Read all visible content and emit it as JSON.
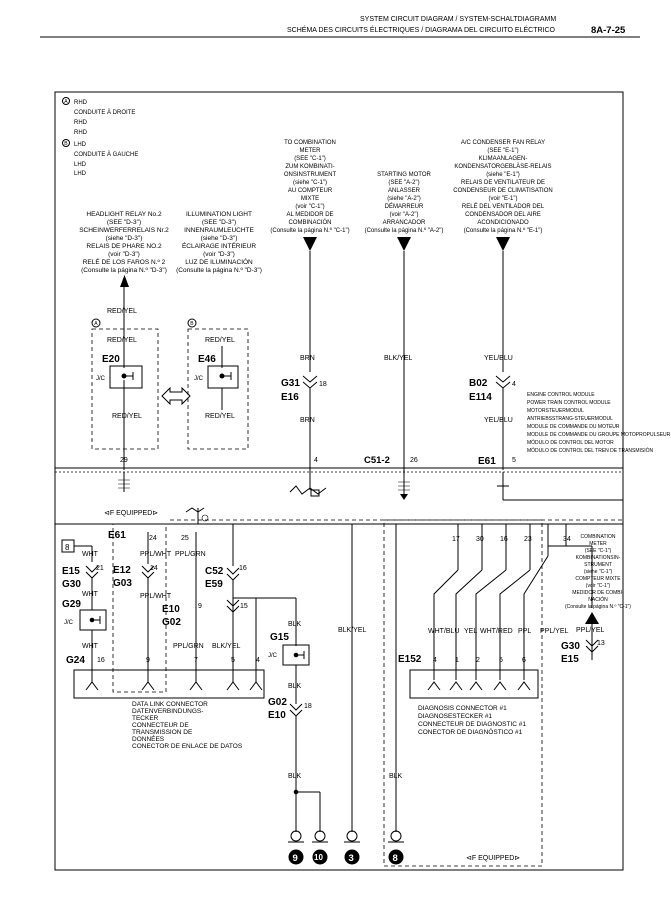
{
  "header": {
    "line1": "SYSTEM CIRCUIT DIAGRAM / SYSTEM-SCHALTDIAGRAMM",
    "line2": "SCHÉMA DES CIRCUITS ÉLECTRIQUES / DIAGRAMA DEL CIRCUITO ELÉCTRICO",
    "page_code": "8A-7-25"
  },
  "legend": {
    "a_mark": "A",
    "a_lines": [
      "RHD",
      "CONDUITE À DROITE",
      "RHD",
      "RHD"
    ],
    "b_mark": "B",
    "b_lines": [
      "LHD",
      "CONDUITE À GAUCHE",
      "LHD",
      "LHD"
    ]
  },
  "refs": {
    "headlight": [
      "HEADLIGHT RELAY No.2",
      "(SEE \"D-3\")",
      "SCHEINWERFERRELAIS Nr.2",
      "(siehe \"D-3\")",
      "RELAIS DE PHARE NO.2",
      "(voir \"D-3\")",
      "RELÉ DE LOS FAROS N.º 2",
      "(Consulte la página N.º \"D-3\")"
    ],
    "illumination": [
      "ILLUMINATION LIGHT",
      "(SEE \"D-3\")",
      "INNENRAUMLEUCHTE",
      "(siehe \"D-3\")",
      "ÉCLAIRAGE INTÉRIEUR",
      "(voir \"D-3\")",
      "LUZ DE ILUMINACIÓN",
      "(Consulte la página N.º \"D-3\")"
    ],
    "combination": [
      "TO COMBINATION",
      "METER",
      "(SEE \"C-1\")",
      "ZUM KOMBINATI-",
      "ONSINSTRUMENT",
      "(siehe \"C-1\")",
      "AU COMPTEUR",
      "MIXTE",
      "(voir \"C-1\")",
      "AL MEDIDOR DE",
      "COMBINACIÓN",
      "(Consulte la página N.º \"C-1\")"
    ],
    "starting": [
      "STARTING MOTOR",
      "(SEE \"A-2\")",
      "ANLASSER",
      "(siehe \"A-2\")",
      "DÉMARREUR",
      "(voir \"A-2\")",
      "ARRANCADOR",
      "(Consulte la página N.º \"A-2\")"
    ],
    "ac": [
      "A/C CONDENSER FAN RELAY",
      "(SEE \"E-1\")",
      "KLIMAANLAGEN-",
      "KONDENSATORGEBLÄSE-RELAIS",
      "(siehe \"E-1\")",
      "RELAIS DE VENTILATEUR DE",
      "CONDENSEUR DE CLIMATISATION",
      "(voir \"E-1\")",
      "RELÉ DEL VENTILADOR DEL",
      "CONDENSADOR DEL AIRE",
      "ACONDICIONADO",
      "(Consulte la página N.º \"E-1\")"
    ],
    "combination2": [
      "COMBINATION",
      "METER",
      "(SEE \"C-1\")",
      "KOMBINATIONSIN-",
      "STRUMENT",
      "(siehe \"C-1\")",
      "COMPTEUR MIXTE",
      "(voir \"C-1\")",
      "MEDIDOR DE COMBI-",
      "NACIÓN",
      "(Consulte la página N.º \"C-1\")"
    ],
    "ecm": [
      "ENGINE CONTROL MODULE",
      "POWER TRAIN CONTROL MODULE",
      "MOTORSTEUERMODUL",
      "ANTRIEBSSTRANG-STEUERMODUL",
      "MODULE DE COMMANDE DU MOTEUR",
      "MODULE DE COMMANDE DU GROUPE MOTOPROPULSEUR",
      "MÓDULO DE CONTROL DEL MOTOR",
      "MÓDULO DE CONTROL DEL TREN DE TRANSMISIÓN"
    ]
  },
  "wires": {
    "red_yel": "RED/YEL",
    "brn": "BRN",
    "blk_yel": "BLK/YEL",
    "yel_blu": "YEL/BLU",
    "wht": "WHT",
    "ppl_wht": "PPL/WHT",
    "ppl_grn": "PPL/GRN",
    "blk": "BLK",
    "wht_blu": "WHT/BLU",
    "yel": "YEL",
    "wht_red": "WHT/RED",
    "ppl": "PPL",
    "ppl_yel": "PPL/YEL"
  },
  "connectors": {
    "e20": "E20",
    "e46": "E46",
    "jc": "J/C",
    "g31": "G31",
    "e16": "E16",
    "n18": "18",
    "n4": "4",
    "b02": "B02",
    "e114": "E114",
    "c51_2": "C51-2",
    "n26": "26",
    "e61": "E61",
    "n5": "5",
    "n29": "29",
    "n25": "25",
    "n24": "24",
    "n34": "34",
    "e12": "E12",
    "g03": "G03",
    "n14": "14",
    "c52": "C52",
    "e59": "E59",
    "n16": "16",
    "e15": "E15",
    "g30": "G30",
    "n21": "21",
    "g29": "G29",
    "e10": "E10",
    "g02": "G02",
    "n9": "9",
    "n15": "15",
    "g15": "G15",
    "g24": "G24",
    "n7": "7",
    "e152": "E152",
    "n17": "17",
    "n30": "30",
    "n23": "23",
    "p1": "1",
    "p2": "2",
    "p5": "5",
    "p6": "6",
    "n13": "13",
    "eight": "8",
    "nine": "9",
    "ten": "10",
    "three": "3"
  },
  "labels": {
    "if_equipped": "⊲F EQUIPPED⊳",
    "dlc": [
      "DATA LINK CONNECTOR",
      "DATENVERBINDUNGS-",
      "TECKER",
      "CONNECTEUR DE",
      "TRANSMISSION DE",
      "DONNÉES",
      "CONECTOR DE ENLACE DE DATOS"
    ],
    "diag": [
      "DIAGNOSIS CONNECTOR #1",
      "DIAGNOSESTECKER #1",
      "CONNECTEUR DE DIAGNOSTIC #1",
      "CONECTOR DE DIAGNÓSTICO #1"
    ]
  }
}
